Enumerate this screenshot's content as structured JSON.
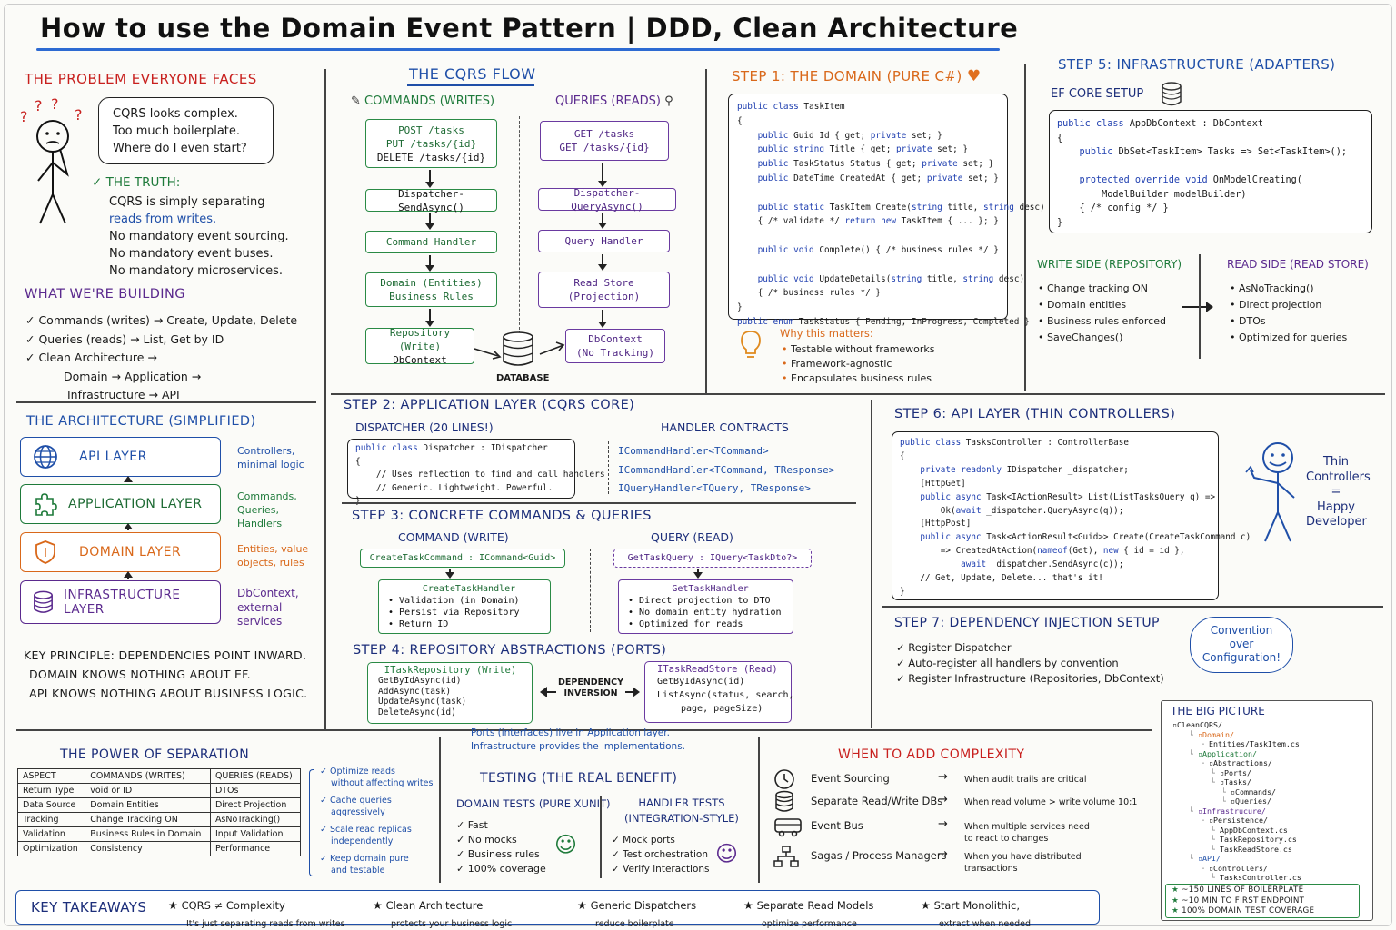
{
  "title": "How to use the Domain Event Pattern | DDD, Clean Architecture",
  "problem": {
    "heading": "THE PROBLEM EVERYONE FACES",
    "bubble": [
      "CQRS looks complex.",
      "Too much boilerplate.",
      "Where do I even start?"
    ],
    "truth_heading": "THE TRUTH:",
    "truth_lines": [
      "CQRS is simply separating",
      "reads from writes.",
      "No mandatory event sourcing.",
      "No mandatory event buses.",
      "No mandatory microservices."
    ]
  },
  "building": {
    "heading": "WHAT WE'RE BUILDING",
    "items": [
      "Commands (writes) → Create, Update, Delete",
      "Queries (reads) → List, Get by ID",
      "Clean Architecture →"
    ],
    "sub1": "Domain → Application →",
    "sub2": "Infrastructure → API"
  },
  "architecture": {
    "heading": "THE ARCHITECTURE (SIMPLIFIED)",
    "layers": [
      {
        "name": "API LAYER",
        "note": "Controllers, minimal logic",
        "color": "#1f4fa8"
      },
      {
        "name": "APPLICATION LAYER",
        "note": "Commands, Queries, Handlers",
        "color": "#1e7a3a"
      },
      {
        "name": "DOMAIN LAYER",
        "note": "Entities, value objects, rules",
        "color": "#d9681a"
      },
      {
        "name": "INFRASTRUCTURE LAYER",
        "note": "DbContext, external services",
        "color": "#5b2a8e"
      }
    ],
    "principle": [
      "KEY PRINCIPLE: DEPENDENCIES POINT INWARD.",
      "DOMAIN KNOWS NOTHING ABOUT EF.",
      "API KNOWS NOTHING ABOUT BUSINESS LOGIC."
    ]
  },
  "cqrs_flow": {
    "heading": "THE CQRS FLOW",
    "commands_heading": "COMMANDS (WRITES)",
    "queries_heading": "QUERIES (READS)",
    "cmd_box1": [
      "POST /tasks",
      "PUT /tasks/{id}",
      "DELETE /tasks/{id}"
    ],
    "cmd_boxes": [
      "Dispatcher-SendAsync()",
      "Command Handler",
      "Domain (Entities)|Business Rules",
      "Repository (Write)|DbContext"
    ],
    "qry_box1": [
      "GET /tasks",
      "GET /tasks/{id}"
    ],
    "qry_boxes": [
      "Dispatcher-QueryAsync()",
      "Query Handler",
      "Read Store|(Projection)",
      "DbContext|(No Tracking)"
    ],
    "database": "DATABASE"
  },
  "step1": {
    "heading": "STEP 1: THE DOMAIN (PURE C#)",
    "code": [
      "public class TaskItem",
      "{",
      "    public Guid Id { get; private set; }",
      "    public string Title { get; private set; }",
      "    public TaskStatus Status { get; private set; }",
      "    public DateTime CreatedAt { get; private set; }",
      "",
      "    public static TaskItem Create(string title, string desc)",
      "    { /* validate */ return new TaskItem { ... }; }",
      "",
      "    public void Complete() { /* business rules */ }",
      "",
      "    public void UpdateDetails(string title, string desc)",
      "    { /* business rules */ }",
      "}",
      "public enum TaskStatus { Pending, InProgress, Completed }"
    ],
    "why_heading": "Why this matters:",
    "why": [
      "Testable without frameworks",
      "Framework-agnostic",
      "Encapsulates business rules"
    ]
  },
  "step5": {
    "heading": "STEP 5: INFRASTRUCTURE (ADAPTERS)",
    "ef_heading": "EF CORE SETUP",
    "code": [
      "public class AppDbContext : DbContext",
      "{",
      "    public DbSet<TaskItem> Tasks => Set<TaskItem>();",
      "",
      "    protected override void OnModelCreating(",
      "        ModelBuilder modelBuilder)",
      "    { /* config */ }",
      "}"
    ],
    "write_heading": "WRITE SIDE (REPOSITORY)",
    "write_items": [
      "Change tracking ON",
      "Domain entities",
      "Business rules enforced",
      "SaveChanges()"
    ],
    "read_heading": "READ SIDE (READ STORE)",
    "read_items": [
      "AsNoTracking()",
      "Direct projection",
      "DTOs",
      "Optimized for queries"
    ]
  },
  "step2": {
    "heading": "STEP 2: APPLICATION LAYER (CQRS CORE)",
    "dispatcher_heading": "DISPATCHER (20 LINES!)",
    "code": [
      "public class Dispatcher : IDispatcher",
      "{",
      "    // Uses reflection to find and call handlers",
      "    // Generic. Lightweight. Powerful.",
      "}"
    ],
    "contracts_heading": "HANDLER CONTRACTS",
    "contracts": [
      "ICommandHandler<TCommand>",
      "ICommandHandler<TCommand, TResponse>",
      "IQueryHandler<TQuery, TResponse>"
    ]
  },
  "step3": {
    "heading": "STEP 3: CONCRETE COMMANDS & QUERIES",
    "cmd_heading": "COMMAND (WRITE)",
    "cmd_top": "CreateTaskCommand : ICommand<Guid>",
    "cmd_handler": "CreateTaskHandler",
    "cmd_items": [
      "Validation (in Domain)",
      "Persist via Repository",
      "Return ID"
    ],
    "qry_heading": "QUERY (READ)",
    "qry_top": "GetTaskQuery : IQuery<TaskDto?>",
    "qry_handler": "GetTaskHandler",
    "qry_items": [
      "Direct projection to DTO",
      "No domain entity hydration",
      "Optimized for reads"
    ]
  },
  "step4": {
    "heading": "STEP 4: REPOSITORY ABSTRACTIONS (PORTS)",
    "repo_title": "ITaskRepository (Write)",
    "repo_items": [
      "GetByIdAsync(id)",
      "AddAsync(task)",
      "UpdateAsync(task)",
      "DeleteAsync(id)"
    ],
    "inversion": "DEPENDENCY INVERSION",
    "read_title": "ITaskReadStore (Read)",
    "read_items": [
      "GetByIdAsync(id)",
      "ListAsync(status, search,",
      "page, pageSize)"
    ],
    "note": [
      "Ports (interfaces) live in Application layer.",
      "Infrastructure provides the implementations."
    ]
  },
  "step6": {
    "heading": "STEP 6: API LAYER (THIN CONTROLLERS)",
    "code": [
      "public class TasksController : ControllerBase",
      "{",
      "    private readonly IDispatcher _dispatcher;",
      "    [HttpGet]",
      "    public async Task<IActionResult> List(ListTasksQuery q) =>",
      "        Ok(await _dispatcher.QueryAsync(q));",
      "    [HttpPost]",
      "    public async Task<ActionResult<Guid>> Create(CreateTaskCommand c)",
      "        => CreatedAtAction(nameof(Get), new { id = id },",
      "            await _dispatcher.SendAsync(c));",
      "    // Get, Update, Delete... that's it!",
      "}"
    ],
    "thin": [
      "Thin",
      "Controllers",
      "=",
      "Happy",
      "Developer"
    ]
  },
  "step7": {
    "heading": "STEP 7: DEPENDENCY INJECTION SETUP",
    "items": [
      "Register Dispatcher",
      "Auto-register all handlers by convention",
      "Register Infrastructure (Repositories, DbContext)"
    ],
    "cloud": [
      "Convention",
      "over",
      "Configuration!"
    ]
  },
  "big_picture": {
    "heading": "THE BIG PICTURE",
    "tree": [
      {
        "d": 0,
        "t": "CleanCQRS/"
      },
      {
        "d": 1,
        "t": "Domain/"
      },
      {
        "d": 2,
        "t": "Entities/TaskItem.cs"
      },
      {
        "d": 1,
        "t": "Application/"
      },
      {
        "d": 2,
        "t": "Abstractions/"
      },
      {
        "d": 3,
        "t": "Ports/"
      },
      {
        "d": 3,
        "t": "Tasks/"
      },
      {
        "d": 4,
        "t": "Commands/"
      },
      {
        "d": 4,
        "t": "Queries/"
      },
      {
        "d": 1,
        "t": "Infrastrucure/"
      },
      {
        "d": 2,
        "t": "Persistence/"
      },
      {
        "d": 3,
        "t": "AppDbContext.cs"
      },
      {
        "d": 3,
        "t": "TaskRepository.cs"
      },
      {
        "d": 3,
        "t": "TaskReadStore.cs"
      },
      {
        "d": 1,
        "t": "API/"
      },
      {
        "d": 2,
        "t": "Controllers/"
      },
      {
        "d": 3,
        "t": "TasksController.cs"
      }
    ],
    "stats": [
      "~150 LINES OF BOILERPLATE",
      "~10 MIN TO FIRST ENDPOINT",
      "100% DOMAIN TEST COVERAGE"
    ]
  },
  "power": {
    "heading": "THE POWER OF SEPARATION",
    "headers": [
      "ASPECT",
      "COMMANDS (WRITES)",
      "QUERIES (READS)"
    ],
    "rows": [
      [
        "Return Type",
        "void or ID",
        "DTOs"
      ],
      [
        "Data Source",
        "Domain Entities",
        "Direct Projection"
      ],
      [
        "Tracking",
        "Change Tracking ON",
        "AsNoTracking()"
      ],
      [
        "Validation",
        "Business Rules in Domain",
        "Input Validation"
      ],
      [
        "Optimization",
        "Consistency",
        "Performance"
      ]
    ],
    "benefits": [
      "Optimize reads|without affecting writes",
      "Cache queries|aggressively",
      "Scale read replicas|independently",
      "Keep domain pure|and testable"
    ]
  },
  "testing": {
    "heading": "TESTING (THE REAL BENEFIT)",
    "domain_heading": "DOMAIN TESTS (PURE XUNIT)",
    "domain_items": [
      "Fast",
      "No mocks",
      "Business rules",
      "100% coverage"
    ],
    "handler_heading": "HANDLER TESTS|(INTEGRATION-STYLE)",
    "handler_items": [
      "Mock ports",
      "Test orchestration",
      "Verify interactions"
    ]
  },
  "complexity": {
    "heading": "WHEN TO ADD COMPLEXITY",
    "rows": [
      {
        "icon": "clock-icon",
        "name": "Event Sourcing",
        "when": "When audit trails are critical"
      },
      {
        "icon": "database-icon",
        "name": "Separate Read/Write DBs",
        "when": "When read volume > write volume 10:1"
      },
      {
        "icon": "bus-icon",
        "name": "Event Bus",
        "when": "When multiple services need|to react to changes"
      },
      {
        "icon": "network-icon",
        "name": "Sagas / Process Managers",
        "when": "When you have distributed|transactions"
      }
    ]
  },
  "takeaways": {
    "heading": "KEY TAKEAWAYS",
    "items": [
      {
        "a": "CQRS ≠ Complexity",
        "b": "It's just separating reads from writes"
      },
      {
        "a": "Clean Architecture",
        "b": "protects your business logic"
      },
      {
        "a": "Generic Dispatchers",
        "b": "reduce boilerplate"
      },
      {
        "a": "Separate Read Models",
        "b": "optimize performance"
      },
      {
        "a": "Start Monolithic,",
        "b": "extract when needed"
      }
    ]
  }
}
